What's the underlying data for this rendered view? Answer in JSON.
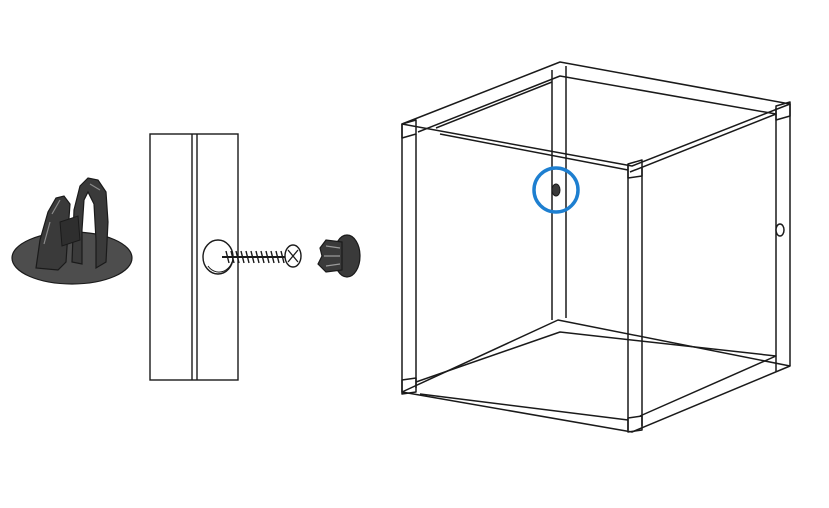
{
  "diagram": {
    "parts": [
      {
        "name": "plastic-clip-connector",
        "icon": "clip-icon"
      },
      {
        "name": "panel-cross-section",
        "icon": "panel-icon"
      },
      {
        "name": "screw",
        "icon": "screw-icon"
      },
      {
        "name": "push-cap-plug",
        "icon": "cap-icon"
      },
      {
        "name": "cube-frame",
        "icon": "cube-frame-icon"
      }
    ],
    "colors": {
      "line": "#1a1a1a",
      "part_fill": "#3a3a3a",
      "shadow_fill": "#4d4d4d",
      "highlight": "#1e7fd0",
      "background": "#ffffff"
    },
    "highlight": {
      "target": "connector-hole",
      "shape": "circle"
    }
  }
}
